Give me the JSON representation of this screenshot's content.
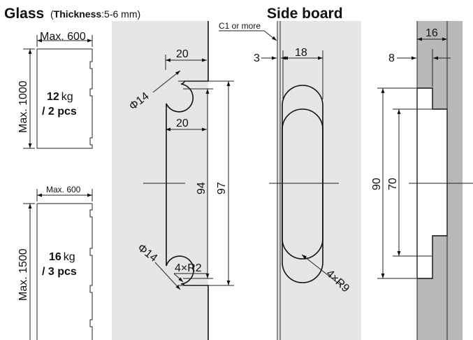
{
  "header": {
    "glass_title": "Glass",
    "glass_subtitle_bold": "Thickness",
    "glass_subtitle_rest": ":5-6 mm)",
    "glass_subtitle_open": "(",
    "side_board_title": "Side board"
  },
  "glass_panels": {
    "top": {
      "width_label": "Max. 600",
      "height_label": "Max. 1000",
      "weight_value": "12",
      "weight_unit": "kg",
      "pieces": "/ 2 pcs"
    },
    "bottom": {
      "width_label": "Max. 600",
      "height_label": "Max. 1500",
      "weight_value": "16",
      "weight_unit": "kg",
      "pieces": "/ 3 pcs"
    }
  },
  "cutout": {
    "top_width": "20",
    "mid_width": "20",
    "top_diameter": "Φ14",
    "bottom_diameter": "Φ14",
    "corner_radius": "4×R2",
    "inner_height": "94",
    "outer_height": "97"
  },
  "side_board": {
    "chamfer": "C1 or more",
    "offset": "3",
    "slot_width": "18",
    "slot_radius": "4×R9"
  },
  "side_section": {
    "depth": "16",
    "offset": "8",
    "outer_height": "90",
    "inner_height": "70"
  },
  "colors": {
    "panel_fill": "#e6e6e6",
    "section_fill": "#b8b8b8",
    "line": "#222222"
  }
}
